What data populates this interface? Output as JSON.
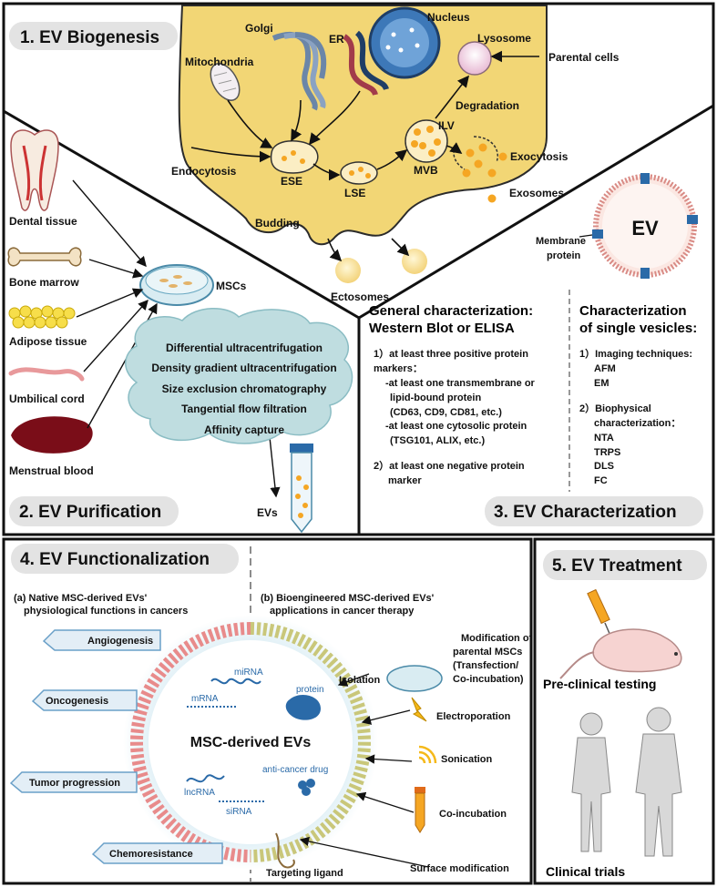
{
  "sections": {
    "s1": "1. EV Biogenesis",
    "s2": "2. EV Purification",
    "s3": "3. EV Characterization",
    "s4": "4. EV Functionalization",
    "s5": "5. EV Treatment"
  },
  "biogenesis": {
    "golgi": "Golgi",
    "nucleus": "Nucleus",
    "er": "ER",
    "lysosome": "Lysosome",
    "mitochondria": "Mitochondria",
    "parental_cells": "Parental cells",
    "degradation": "Degradation",
    "ilv": "ILV",
    "endocytosis": "Endocytosis",
    "ese": "ESE",
    "lse": "LSE",
    "mvb": "MVB",
    "exocytosis": "Exocytosis",
    "exosomes": "Exosomes",
    "budding": "Budding",
    "ectosomes": "Ectosomes"
  },
  "purification": {
    "sources": [
      "Dental tissue",
      "Bone marrow",
      "Adipose tissue",
      "Umbilical cord",
      "Menstrual blood"
    ],
    "mscs": "MSCs",
    "methods": [
      "Differential ultracentrifugation",
      "Density gradient ultracentrifugation",
      "Size exclusion chromatography",
      "Tangential flow filtration",
      "Affinity capture"
    ],
    "evs": "EVs"
  },
  "characterization": {
    "ev": "EV",
    "membrane_protein": [
      "Membrane",
      "protein"
    ],
    "general_title": [
      "General characterization:",
      "Western Blot or ELISA"
    ],
    "general_items": [
      "1）at least three positive protein",
      "markers：",
      "-at least one transmembrane or",
      "lipid-bound protein",
      "(CD63, CD9, CD81, etc.)",
      "-at least one cytosolic protein",
      "(TSG101, ALIX, etc.)",
      "2）at least one negative protein",
      "marker"
    ],
    "single_title": [
      "Characterization",
      "of single vesicles:"
    ],
    "single_items": [
      "1）Imaging techniques:",
      "AFM",
      "EM",
      "2）Biophysical",
      "characterization：",
      "NTA",
      "TRPS",
      "DLS",
      "FC"
    ]
  },
  "functionalization": {
    "native_title": [
      "(a) Native MSC-derived EVs'",
      "physiological functions in cancers"
    ],
    "bio_title": [
      "(b) Bioengineered MSC-derived EVs'",
      "applications in cancer therapy"
    ],
    "native_functions": [
      "Angiogenesis",
      "Oncogenesis",
      "Tumor progression",
      "Chemoresistance"
    ],
    "center": "MSC-derived EVs",
    "cargo": [
      "miRNA",
      "mRNA",
      "protein",
      "lncRNA",
      "anti-cancer drug",
      "siRNA"
    ],
    "isolation": "Isolation",
    "modification": [
      "Modification of",
      "parental MSCs",
      "(Transfection/",
      "Co-incubation)"
    ],
    "methods": [
      "Electroporation",
      "Sonication",
      "Co-incubation",
      "Surface modification"
    ],
    "targeting": "Targeting ligand"
  },
  "treatment": {
    "preclinical": "Pre-clinical testing",
    "clinical": "Clinical trials"
  },
  "colors": {
    "cell": "#f2d675",
    "cell_edge": "#2b2b2b",
    "vesicle": "#f5a623",
    "panel_bg": "#e3e3e3",
    "membrane_red": "#e88b8b",
    "membrane_olive": "#c9c77a",
    "cloud": "#bfdde0"
  }
}
